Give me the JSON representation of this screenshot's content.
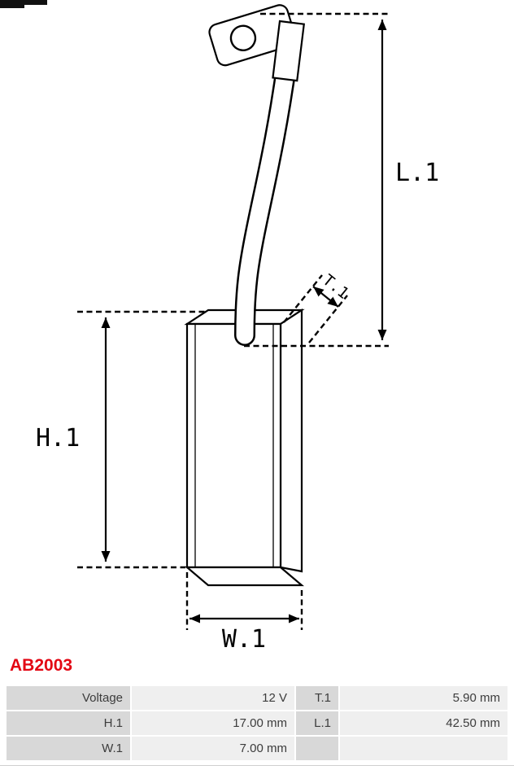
{
  "part": {
    "number": "AB2003"
  },
  "colors": {
    "part_number": "#e30613",
    "line": "#000000",
    "table_label_bg": "#d8d8d8",
    "table_value_bg": "#efefef"
  },
  "diagram": {
    "dim_l1": "L.1",
    "dim_h1": "H.1",
    "dim_w1": "W.1",
    "dim_t1": "T.1"
  },
  "table": {
    "rows": [
      {
        "label1": "Voltage",
        "value1": "12 V",
        "label2": "T.1",
        "value2": "5.90 mm"
      },
      {
        "label1": "H.1",
        "value1": "17.00 mm",
        "label2": "L.1",
        "value2": "42.50 mm"
      },
      {
        "label1": "W.1",
        "value1": "7.00 mm",
        "label2": "",
        "value2": ""
      }
    ]
  }
}
